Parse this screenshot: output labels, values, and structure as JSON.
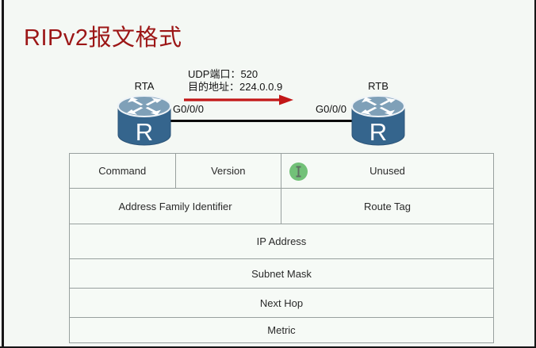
{
  "title": {
    "text": "RIPv2报文格式",
    "color": "#9c1616"
  },
  "topology": {
    "router_a": {
      "name": "RTA",
      "interface_label": "G0/0/0"
    },
    "router_b": {
      "name": "RTB",
      "interface_label": "G0/0/0"
    },
    "packet_info": {
      "line1": "UDP端口：520",
      "line2": "目的地址：224.0.0.9"
    },
    "router_letter": "R",
    "arrow_color": "#c21717",
    "link_color": "#0a0a0a",
    "router_body_color": "#35658d",
    "router_top_color": "#7fa0b8"
  },
  "packet_table": {
    "border_color": "#98a09e",
    "rows": [
      {
        "cells": [
          {
            "label": "Command"
          },
          {
            "label": "Version"
          },
          {
            "label": "Unused"
          }
        ]
      },
      {
        "cells": [
          {
            "label": "Address Family Identifier"
          },
          {
            "label": "Route Tag"
          }
        ]
      },
      {
        "cells": [
          {
            "label": "IP Address"
          }
        ]
      },
      {
        "cells": [
          {
            "label": "Subnet Mask"
          }
        ]
      },
      {
        "cells": [
          {
            "label": "Next Hop"
          }
        ]
      },
      {
        "cells": [
          {
            "label": "Metric"
          }
        ]
      }
    ]
  },
  "cursor_overlay": {
    "shape": "text-ibeam-cursor",
    "circle_color": "#72c178",
    "ibeam_color": "#5f6f63"
  }
}
